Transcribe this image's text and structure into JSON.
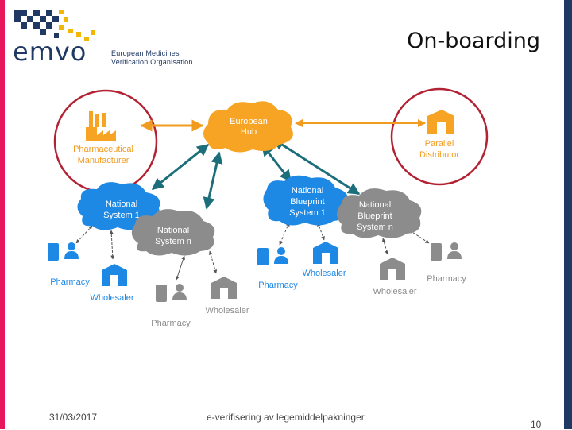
{
  "slide": {
    "title": "On-boarding",
    "date": "31/03/2017",
    "footer_center": "e-verifisering av legemiddelpakninger",
    "page_number": "10"
  },
  "logo": {
    "wordmark": "emvo",
    "org_line1": "European Medicines",
    "org_line2": "Verification Organisation"
  },
  "colors": {
    "accent_left": "#e8175d",
    "accent_right": "#1f3864",
    "hub_orange": "#f7a323",
    "blue_node": "#1e88e5",
    "grey_node": "#8c8c8c",
    "circle_red": "#b22233"
  },
  "diagram": {
    "hub": [
      "European",
      "Hub"
    ],
    "manufacturer": [
      "Pharmaceutical",
      "Manufacturer"
    ],
    "distributor": [
      "Parallel",
      "Distributor"
    ],
    "national_1": [
      "National",
      "System 1"
    ],
    "national_n": [
      "National",
      "System n"
    ],
    "blueprint_1": [
      "National",
      "Blueprint",
      "System 1"
    ],
    "blueprint_n": [
      "National",
      "Blueprint",
      "System n"
    ],
    "pharmacy_label": "Pharmacy",
    "wholesaler_label": "Wholesaler"
  }
}
